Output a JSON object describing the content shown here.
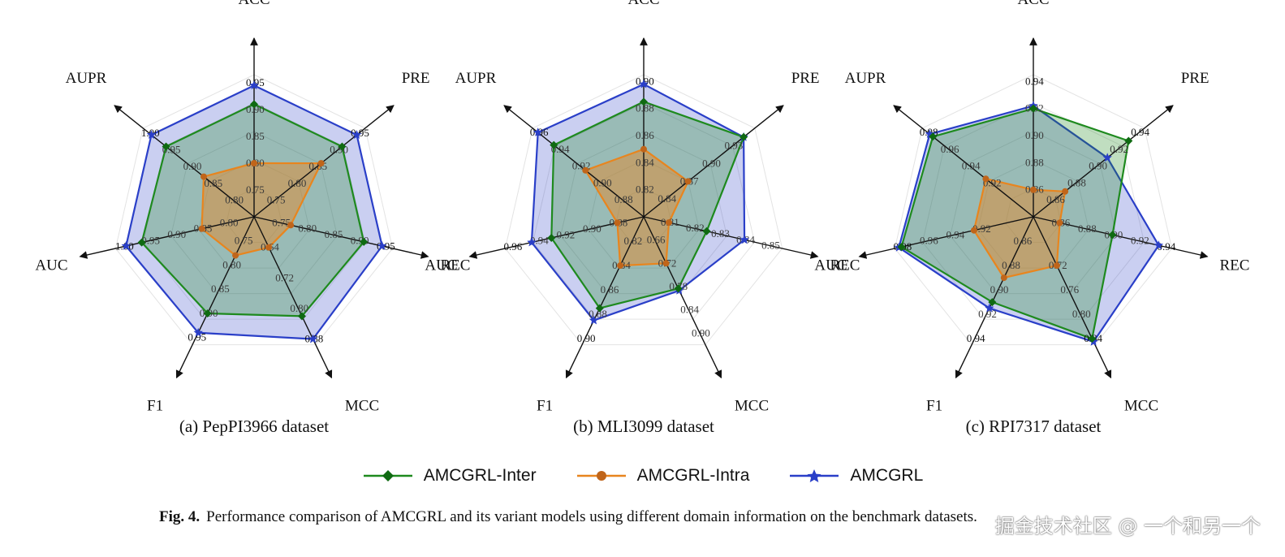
{
  "colors": {
    "inter": "#1e8a1e",
    "intra": "#e8851e",
    "full": "#2a3fc8"
  },
  "legend": [
    {
      "label": "AMCGRL-Inter",
      "color": "#1e8a1e",
      "marker": "diamond"
    },
    {
      "label": "AMCGRL-Intra",
      "color": "#e8851e",
      "marker": "circle"
    },
    {
      "label": "AMCGRL",
      "color": "#2a3fc8",
      "marker": "star"
    }
  ],
  "caption": {
    "fig": "Fig. 4.",
    "text": "Performance comparison of AMCGRL and its variant models using different domain information on the benchmark datasets."
  },
  "watermark": "掘金技术社区 @ 一个和另一个",
  "chart_data": [
    {
      "type": "radar",
      "subtitle": "(a) PepPI3966 dataset",
      "axes": [
        "ACC",
        "PRE",
        "REC",
        "MCC",
        "F1",
        "AUC",
        "AUPR"
      ],
      "axis_ticks": [
        [
          "0.75",
          "0.80",
          "0.85",
          "0.90",
          "0.95"
        ],
        [
          "0.75",
          "0.80",
          "0.85",
          "0.90",
          "0.95"
        ],
        [
          "0.75",
          "0.80",
          "0.85",
          "0.90",
          "0.95"
        ],
        [
          "0.64",
          "0.72",
          "0.80",
          "0.88"
        ],
        [
          "0.75",
          "0.80",
          "0.85",
          "0.90",
          "0.95"
        ],
        [
          "0.80",
          "0.85",
          "0.90",
          "0.95",
          "1.00"
        ],
        [
          "0.80",
          "0.85",
          "0.90",
          "0.95",
          "1.00"
        ]
      ],
      "axis_ranges": [
        [
          0.7,
          0.965
        ],
        [
          0.7,
          0.965
        ],
        [
          0.7,
          0.965
        ],
        [
          0.56,
          0.895
        ],
        [
          0.7,
          0.965
        ],
        [
          0.75,
          1.015
        ],
        [
          0.75,
          1.015
        ]
      ],
      "series": [
        {
          "name": "AMCGRL-Inter",
          "values": [
            0.91,
            0.91,
            0.91,
            0.82,
            0.9,
            0.965,
            0.96
          ]
        },
        {
          "name": "AMCGRL-Intra",
          "values": [
            0.8,
            0.86,
            0.77,
            0.64,
            0.78,
            0.85,
            0.87
          ]
        },
        {
          "name": "AMCGRL",
          "values": [
            0.945,
            0.945,
            0.945,
            0.88,
            0.94,
            0.995,
            0.995
          ]
        }
      ]
    },
    {
      "type": "radar",
      "subtitle": "(b) MLI3099 dataset",
      "axes": [
        "ACC",
        "PRE",
        "REC",
        "MCC",
        "F1",
        "AUC",
        "AUPR"
      ],
      "axis_ticks": [
        [
          "0.82",
          "0.84",
          "0.86",
          "0.88",
          "0.90"
        ],
        [
          "0.84",
          "0.87",
          "0.90",
          "0.93"
        ],
        [
          "0.81",
          "0.82",
          "0.83",
          "0.84",
          "0.85"
        ],
        [
          "0.66",
          "0.72",
          "0.78",
          "0.84",
          "0.90"
        ],
        [
          "0.82",
          "0.84",
          "0.86",
          "0.88",
          "0.90"
        ],
        [
          "0.88",
          "0.90",
          "0.92",
          "0.94",
          "0.96"
        ],
        [
          "0.88",
          "0.90",
          "0.92",
          "0.94",
          "0.96"
        ]
      ],
      "axis_ranges": [
        [
          0.8,
          0.905
        ],
        [
          0.81,
          0.96
        ],
        [
          0.8,
          0.855
        ],
        [
          0.6,
          0.93
        ],
        [
          0.8,
          0.905
        ],
        [
          0.86,
          0.965
        ],
        [
          0.86,
          0.965
        ]
      ],
      "series": [
        {
          "name": "AMCGRL-Inter",
          "values": [
            0.885,
            0.945,
            0.825,
            0.785,
            0.875,
            0.93,
            0.945
          ]
        },
        {
          "name": "AMCGRL-Intra",
          "values": [
            0.85,
            0.87,
            0.81,
            0.72,
            0.84,
            0.88,
            0.915
          ]
        },
        {
          "name": "AMCGRL",
          "values": [
            0.898,
            0.945,
            0.84,
            0.79,
            0.885,
            0.945,
            0.96
          ]
        }
      ]
    },
    {
      "type": "radar",
      "subtitle": "(c) RPI7317 dataset",
      "axes": [
        "ACC",
        "PRE",
        "REC",
        "MCC",
        "F1",
        "AUC",
        "AUPR"
      ],
      "axis_ticks": [
        [
          "0.86",
          "0.88",
          "0.90",
          "0.92",
          "0.94"
        ],
        [
          "0.86",
          "0.88",
          "0.90",
          "0.92",
          "0.94"
        ],
        [
          "0.86",
          "0.88",
          "0.90",
          "0.92",
          "0.94"
        ],
        [
          "0.72",
          "0.76",
          "0.80",
          "0.84"
        ],
        [
          "0.86",
          "0.88",
          "0.90",
          "0.92",
          "0.94"
        ],
        [
          "0.92",
          "0.94",
          "0.96",
          "0.98"
        ],
        [
          "0.92",
          "0.94",
          "0.96",
          "0.98"
        ]
      ],
      "axis_ranges": [
        [
          0.84,
          0.945
        ],
        [
          0.84,
          0.945
        ],
        [
          0.84,
          0.945
        ],
        [
          0.64,
          0.85
        ],
        [
          0.84,
          0.945
        ],
        [
          0.88,
          0.985
        ],
        [
          0.88,
          0.985
        ]
      ],
      "series": [
        {
          "name": "AMCGRL-Inter",
          "values": [
            0.92,
            0.93,
            0.9,
            0.84,
            0.91,
            0.98,
            0.975
          ]
        },
        {
          "name": "AMCGRL-Intra",
          "values": [
            0.86,
            0.87,
            0.86,
            0.72,
            0.89,
            0.925,
            0.925
          ]
        },
        {
          "name": "AMCGRL",
          "values": [
            0.922,
            0.91,
            0.935,
            0.845,
            0.915,
            0.982,
            0.978
          ]
        }
      ]
    }
  ]
}
